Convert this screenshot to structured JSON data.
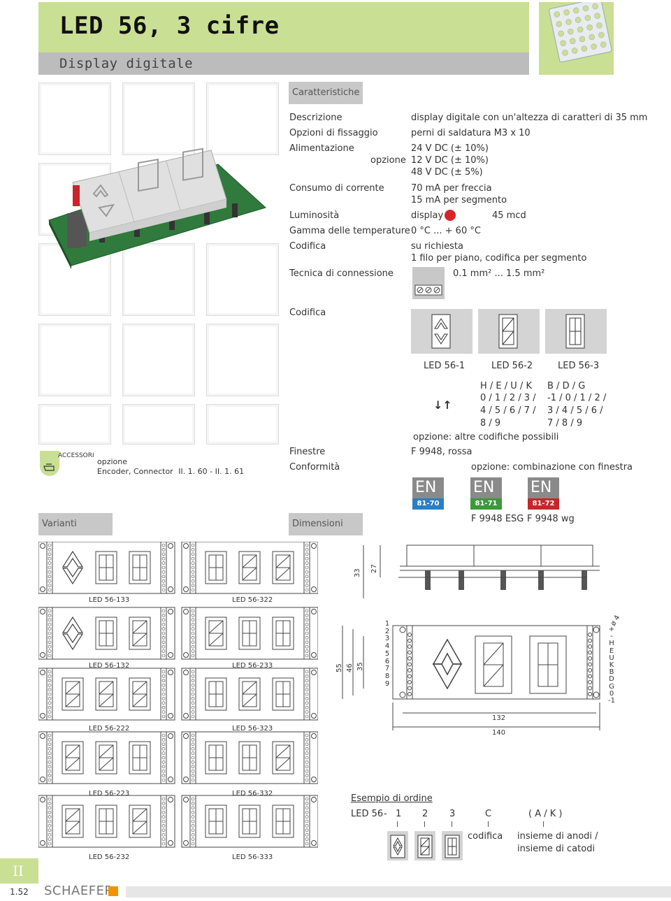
{
  "header": {
    "title": "LED 56, 3 cifre",
    "subtitle": "Display digitale"
  },
  "sections": {
    "caratteristiche": "Caratteristiche",
    "codifica": "Codifica",
    "varianti": "Varianti",
    "dimensioni": "Dimensioni"
  },
  "specs": {
    "descrizione": {
      "label": "Descrizione",
      "value": "display digitale con un'altezza di caratteri di 35 mm"
    },
    "fissaggio": {
      "label": "Opzioni di fissaggio",
      "value": "perni di saldatura M3 x 10"
    },
    "alimentazione": {
      "label": "Alimentazione",
      "opzione": "opzione",
      "v1": "24 V DC (± 10%)",
      "v2": "12 V DC (± 10%)",
      "v3": "48 V DC (± 5%)"
    },
    "consumo": {
      "label": "Consumo di corrente",
      "v1": "70 mA per freccia",
      "v2": "15 mA per segmento"
    },
    "luminosita": {
      "label": "Luminosità",
      "value": "display",
      "mcd": "45 mcd"
    },
    "temperature": {
      "label": "Gamma delle temperature",
      "value": "0 °C ... + 60 °C"
    },
    "codifica": {
      "label": "Codifica",
      "v1": "su richiesta",
      "v2": "1 filo per piano, codifica per segmento"
    },
    "connessione": {
      "label": "Tecnica di connessione",
      "value": "0.1 mm² ... 1.5 mm²"
    },
    "finestre": {
      "label": "Finestre",
      "value": "F 9948, rossa"
    },
    "conformita": {
      "label": "Conformità",
      "value": "opzione: combinazione con finestra"
    }
  },
  "codifica_models": [
    "LED 56-1",
    "LED 56-2",
    "LED 56-3"
  ],
  "codifica_chars": {
    "arrows": "↓↑",
    "col2": [
      "H / E / U / K",
      "0 / 1 / 2 / 3 /",
      "4 / 5 / 6 / 7 /",
      "8 / 9"
    ],
    "col3": [
      "B / D / G",
      "-1 / 0 / 1 / 2 /",
      "3 / 4 / 5 / 6 /",
      "7 / 8 / 9"
    ],
    "opzione": "opzione: altre codifiche possibili"
  },
  "en_badges": [
    {
      "text": "EN",
      "code": "81-70",
      "color": "#2a7fc4"
    },
    {
      "text": "EN",
      "code": "81-71",
      "color": "#3a9a3a"
    },
    {
      "text": "EN",
      "code": "81-72",
      "color": "#c4282c"
    }
  ],
  "finestre_labels": [
    "F 9948 ESG",
    "F 9948 wg"
  ],
  "accessori": {
    "tag": "ACCESSORI",
    "opzione": "opzione",
    "text": "Encoder, Connector",
    "ref1": "II. 1. 60",
    "sep": " - ",
    "ref2": "II. 1. 61"
  },
  "variants": [
    "LED 56-133",
    "LED 56-322",
    "LED 56-132",
    "LED 56-233",
    "LED 56-222",
    "LED 56-323",
    "LED 56-223",
    "LED 56-332",
    "LED 56-232",
    "LED 56-333"
  ],
  "dims": {
    "d33": "33",
    "d27": "27",
    "d55": "55",
    "d46": "46",
    "d35": "35",
    "d132": "132",
    "d140": "140",
    "phi": "ø 4",
    "pins_left": [
      "1",
      "2",
      "3",
      "4",
      "5",
      "6",
      "7",
      "8",
      "9"
    ],
    "pins_right": [
      "+",
      "-",
      "H",
      "E",
      "U",
      "K",
      "B",
      "D",
      "G",
      "0",
      "-1"
    ]
  },
  "order": {
    "title": "Esempio di ordine",
    "prefix": "LED 56",
    "dash": "-",
    "p1": "1",
    "p2": "2",
    "p3": "3",
    "p4": "C",
    "p5": "( A / K )",
    "codifica": "codifica",
    "anodi": "insieme di anodi /",
    "catodi": "insieme di catodi"
  },
  "footer": {
    "chapter": "II",
    "page": "1.52",
    "brand": "SCHAEFER"
  },
  "colors": {
    "green": "#c9df93",
    "grey": "#bcbcbc",
    "red_led": "#d6262a",
    "brand_orange": "#f39200"
  }
}
